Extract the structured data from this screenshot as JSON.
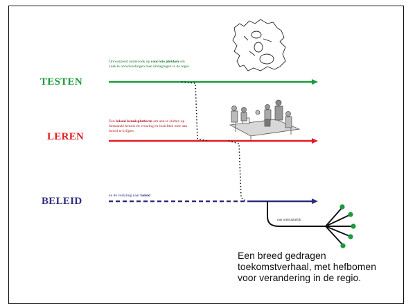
{
  "lanes": {
    "testen": {
      "label": "TESTEN",
      "color": "#1a9a3c",
      "note_pre": "Ontwerpend onderzoek op ",
      "note_bold1": "concrete plekken",
      "note_mid": " om zaak te ontwikkelingen mee uitdagingen in de regio."
    },
    "leren": {
      "label": "LEREN",
      "color": "#e21b23",
      "note_pre": "Een ",
      "note_bold1": "lokaal kennisplatform",
      "note_mid": " om aan te sluiten op bestaande kennis en ervaring en inzichten mee aan boord te krijgen."
    },
    "beleid": {
      "label": "BELEID",
      "color": "#2e2c7d",
      "note_pre": "en de vertaling naar ",
      "note_bold1": "beleid",
      "note_mid": ""
    }
  },
  "branch_label": "met uitdrukkelijk",
  "outcome": {
    "line1": "Een breed gedragen",
    "line2": "toekomstverhaal, met hefbomen",
    "line3": "voor verandering in de regio."
  },
  "colors": {
    "dots": "#1a9a3c",
    "connector": "#111111",
    "frame": "#111111"
  },
  "icons": {
    "map": "region-map-sketch",
    "meeting": "people-meeting-sketch"
  }
}
